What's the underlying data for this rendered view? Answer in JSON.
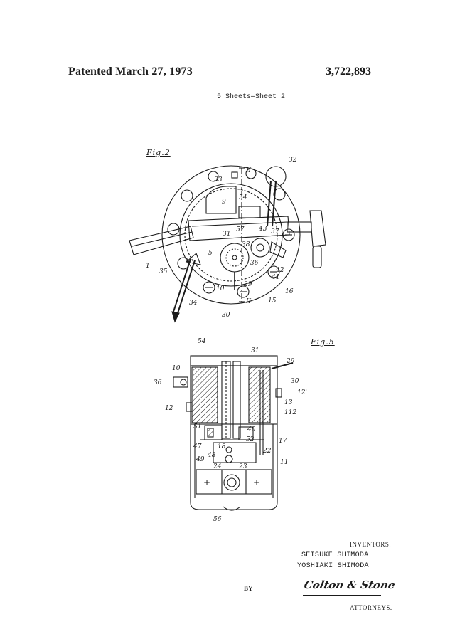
{
  "header": {
    "patented": "Patented  March 27, 1973",
    "patent_number": "3,722,893",
    "sheet": "5 Sheets—Sheet 2"
  },
  "figures": {
    "fig2_label": "Fig.2",
    "fig5_label": "Fig.5",
    "fig2_numerals": [
      "32",
      "33",
      "9",
      "54",
      "57",
      "43",
      "37",
      "31",
      "38",
      "5",
      "36",
      "1",
      "35",
      "42",
      "41",
      "10'",
      "29",
      "16",
      "15",
      "34",
      "30",
      "II",
      "II"
    ],
    "fig5_numerals": [
      "54",
      "31",
      "29",
      "10",
      "36",
      "30",
      "12'",
      "12",
      "13",
      "112",
      "51",
      "40",
      "52",
      "17",
      "47",
      "18",
      "49",
      "48",
      "22",
      "24",
      "23",
      "11",
      "56"
    ]
  },
  "footer": {
    "inventors_heading": "INVENTORS.",
    "inventor_1": "SEISUKE  SHIMODA",
    "inventor_2": "YOSHIAKI  SHIMODA",
    "by": "BY",
    "signature": "Colton & Stone",
    "attorneys": "ATTORNEYS."
  }
}
